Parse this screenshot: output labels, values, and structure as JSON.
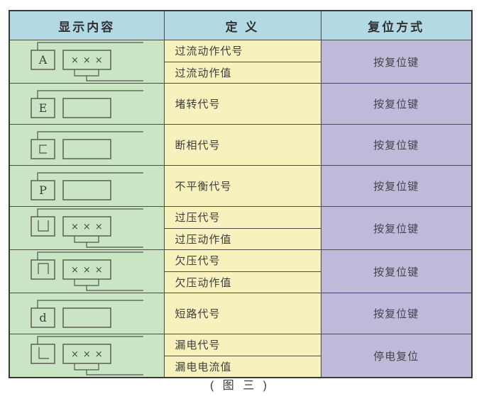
{
  "table": {
    "headers": [
      "显示内容",
      "定 义",
      "复位方式"
    ],
    "rows": [
      {
        "display": {
          "symbol": "A",
          "symbol_kind": "text",
          "value_box": "×××",
          "has_pointer_bracket": true
        },
        "definitions": [
          "过流动作代号",
          "过流动作值"
        ],
        "reset": "按复位键"
      },
      {
        "display": {
          "symbol": "E",
          "symbol_kind": "text",
          "value_box": "",
          "has_pointer_bracket": false
        },
        "definitions": [
          "堵转代号"
        ],
        "reset": "按复位键"
      },
      {
        "display": {
          "symbol": "square-c",
          "symbol_kind": "shape",
          "value_box": "",
          "has_pointer_bracket": false
        },
        "definitions": [
          "断相代号"
        ],
        "reset": "按复位键"
      },
      {
        "display": {
          "symbol": "P",
          "symbol_kind": "text",
          "value_box": "",
          "has_pointer_bracket": false
        },
        "definitions": [
          "不平衡代号"
        ],
        "reset": "按复位键"
      },
      {
        "display": {
          "symbol": "square-cup",
          "symbol_kind": "shape",
          "value_box": "×××",
          "has_pointer_bracket": true
        },
        "definitions": [
          "过压代号",
          "过压动作值"
        ],
        "reset": "按复位键"
      },
      {
        "display": {
          "symbol": "square-cap",
          "symbol_kind": "shape",
          "value_box": "×××",
          "has_pointer_bracket": true
        },
        "definitions": [
          "欠压代号",
          "欠压动作值"
        ],
        "reset": "按复位键"
      },
      {
        "display": {
          "symbol": "d",
          "symbol_kind": "text",
          "value_box": "",
          "has_pointer_bracket": false
        },
        "definitions": [
          "短路代号"
        ],
        "reset": "按复位键"
      },
      {
        "display": {
          "symbol": "square-L",
          "symbol_kind": "shape",
          "value_box": "×××",
          "has_pointer_bracket": true
        },
        "definitions": [
          "漏电代号",
          "漏电电流值"
        ],
        "reset": "停电复位"
      }
    ]
  },
  "caption": "( 图 三 )",
  "colors": {
    "header_bg": "#b3dae4",
    "display_col_bg": "#c9e5c4",
    "definition_col_bg": "#f7f2bd",
    "reset_col_bg": "#bdbada",
    "border": "#4b4b43",
    "glyph_stroke": "#55554c"
  }
}
